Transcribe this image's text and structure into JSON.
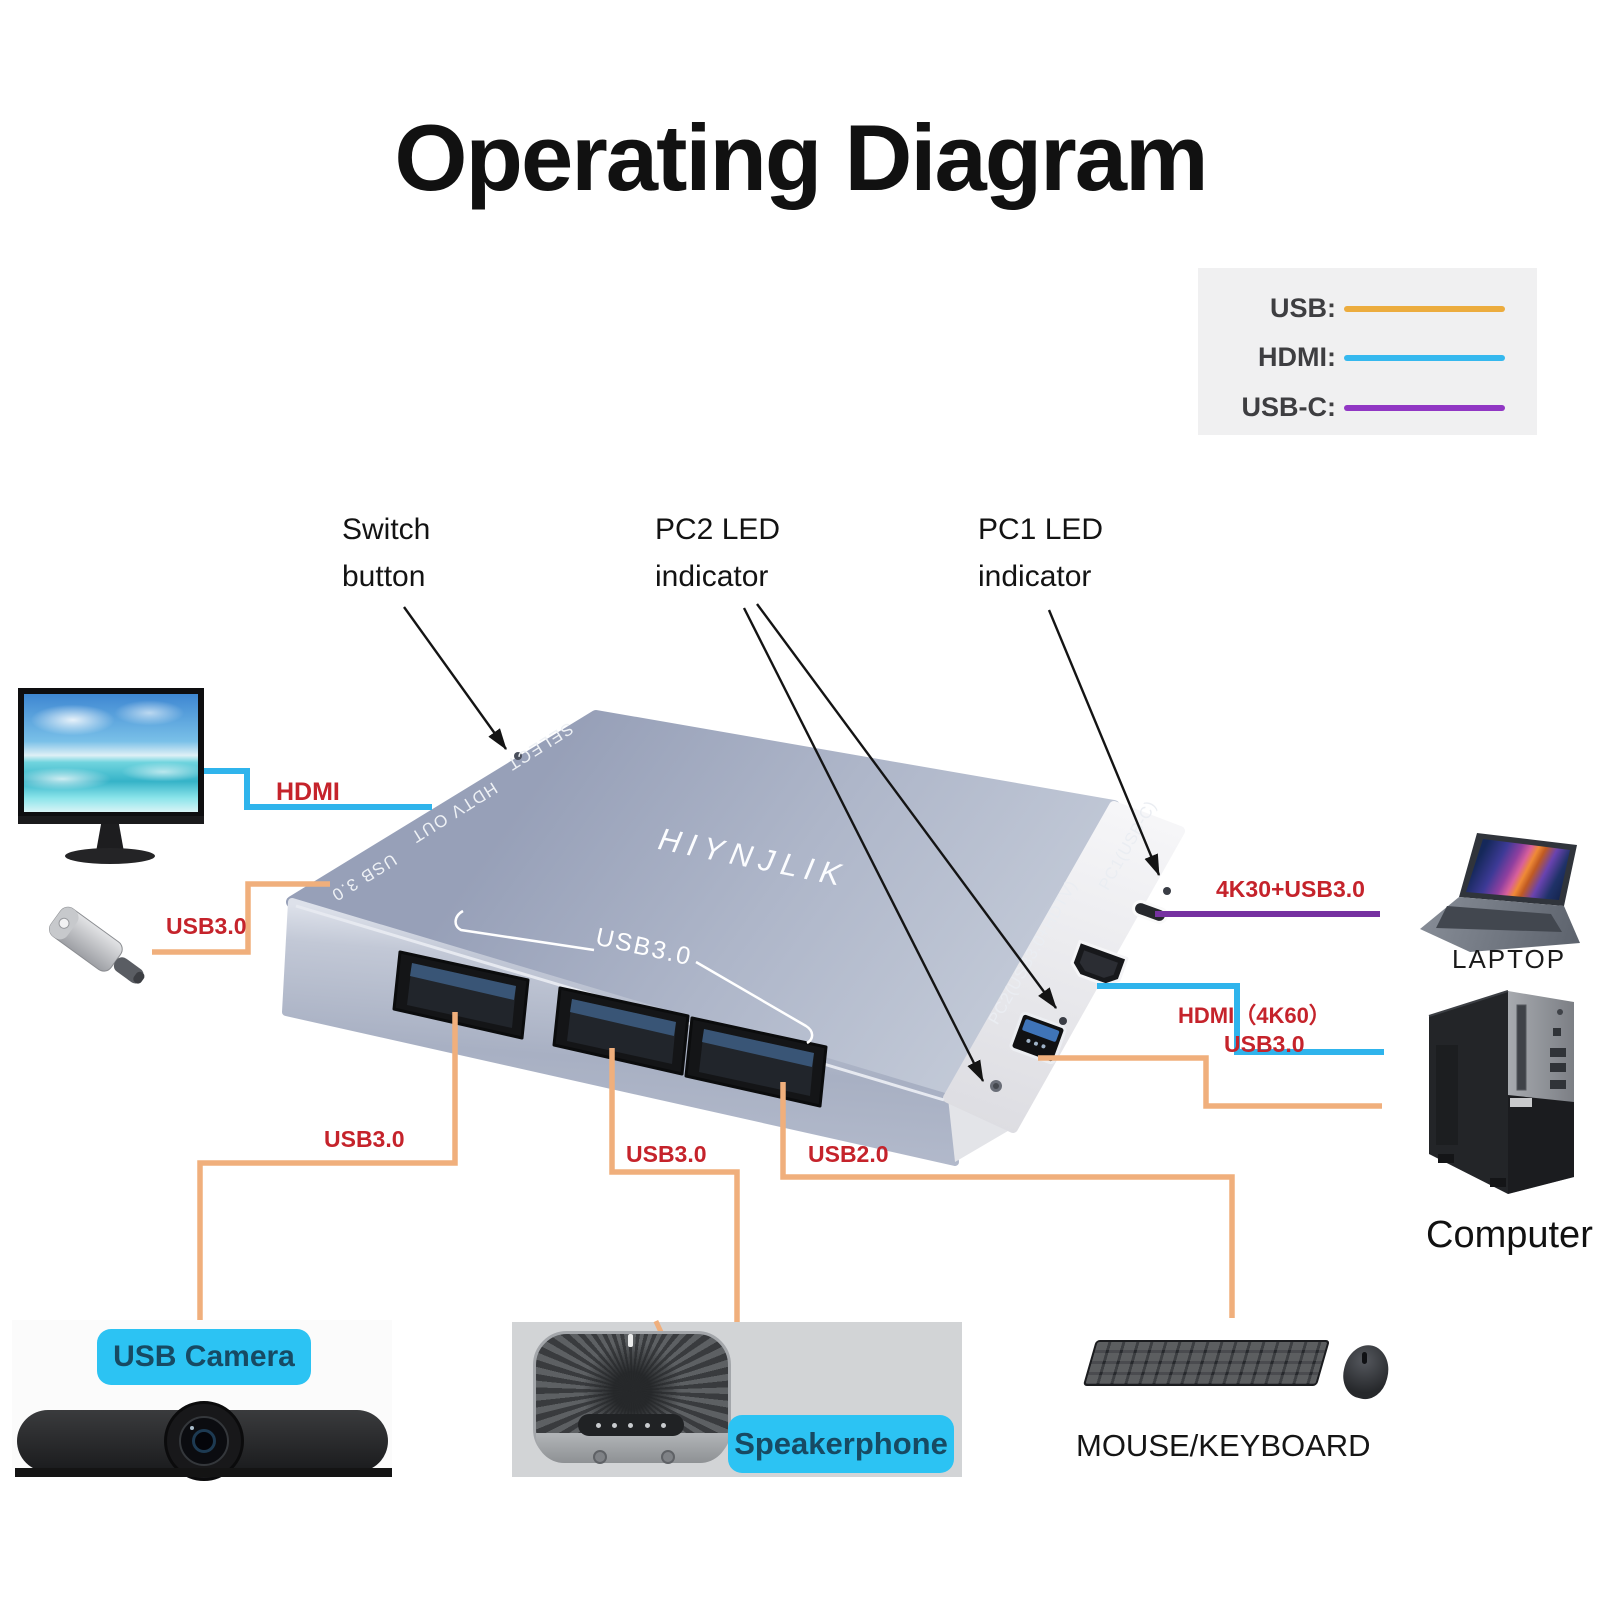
{
  "title": "Operating Diagram",
  "legend": {
    "items": [
      {
        "label": "USB:",
        "color": "#ECAC3E"
      },
      {
        "label": "HDMI:",
        "color": "#35B8EE"
      },
      {
        "label": "USB-C:",
        "color": "#9137C4"
      }
    ]
  },
  "callouts": {
    "switch_button": "Switch\nbutton",
    "pc2_led": "PC2 LED\nindicator",
    "pc1_led": "PC1 LED\nindicator"
  },
  "device": {
    "brand": "HIYNJLIK",
    "port_labels": {
      "select": "SELECT",
      "hdtv_out": "HDTV OUT",
      "usb30_side": "USB 3.0",
      "usb30_front": "USB3.0",
      "pc2": "PC2(USB3.0+HDTV)",
      "pc1": "PC1(USB-C)"
    }
  },
  "connections": {
    "monitor_hdmi": "HDMI",
    "flash_usb30": "USB3.0",
    "laptop_usbc": "4K30+USB3.0",
    "computer_hdmi": "HDMI（4K60）",
    "computer_usb30": "USB3.0",
    "camera_usb30": "USB3.0",
    "speakerphone_usb30": "USB3.0",
    "keyboard_usb20": "USB2.0"
  },
  "peripherals": {
    "laptop": "LAPTOP",
    "computer": "Computer",
    "camera": "USB Camera",
    "speakerphone": "Speakerphone",
    "mouse_keyboard": "MOUSE/KEYBOARD"
  },
  "colors": {
    "usb_line": "#F0AF7C",
    "hdmi_line": "#2FB4EC",
    "usbc_line": "#7631A1",
    "label_red": "#C5232B",
    "highlight_cyan": "#2CC3F3"
  }
}
